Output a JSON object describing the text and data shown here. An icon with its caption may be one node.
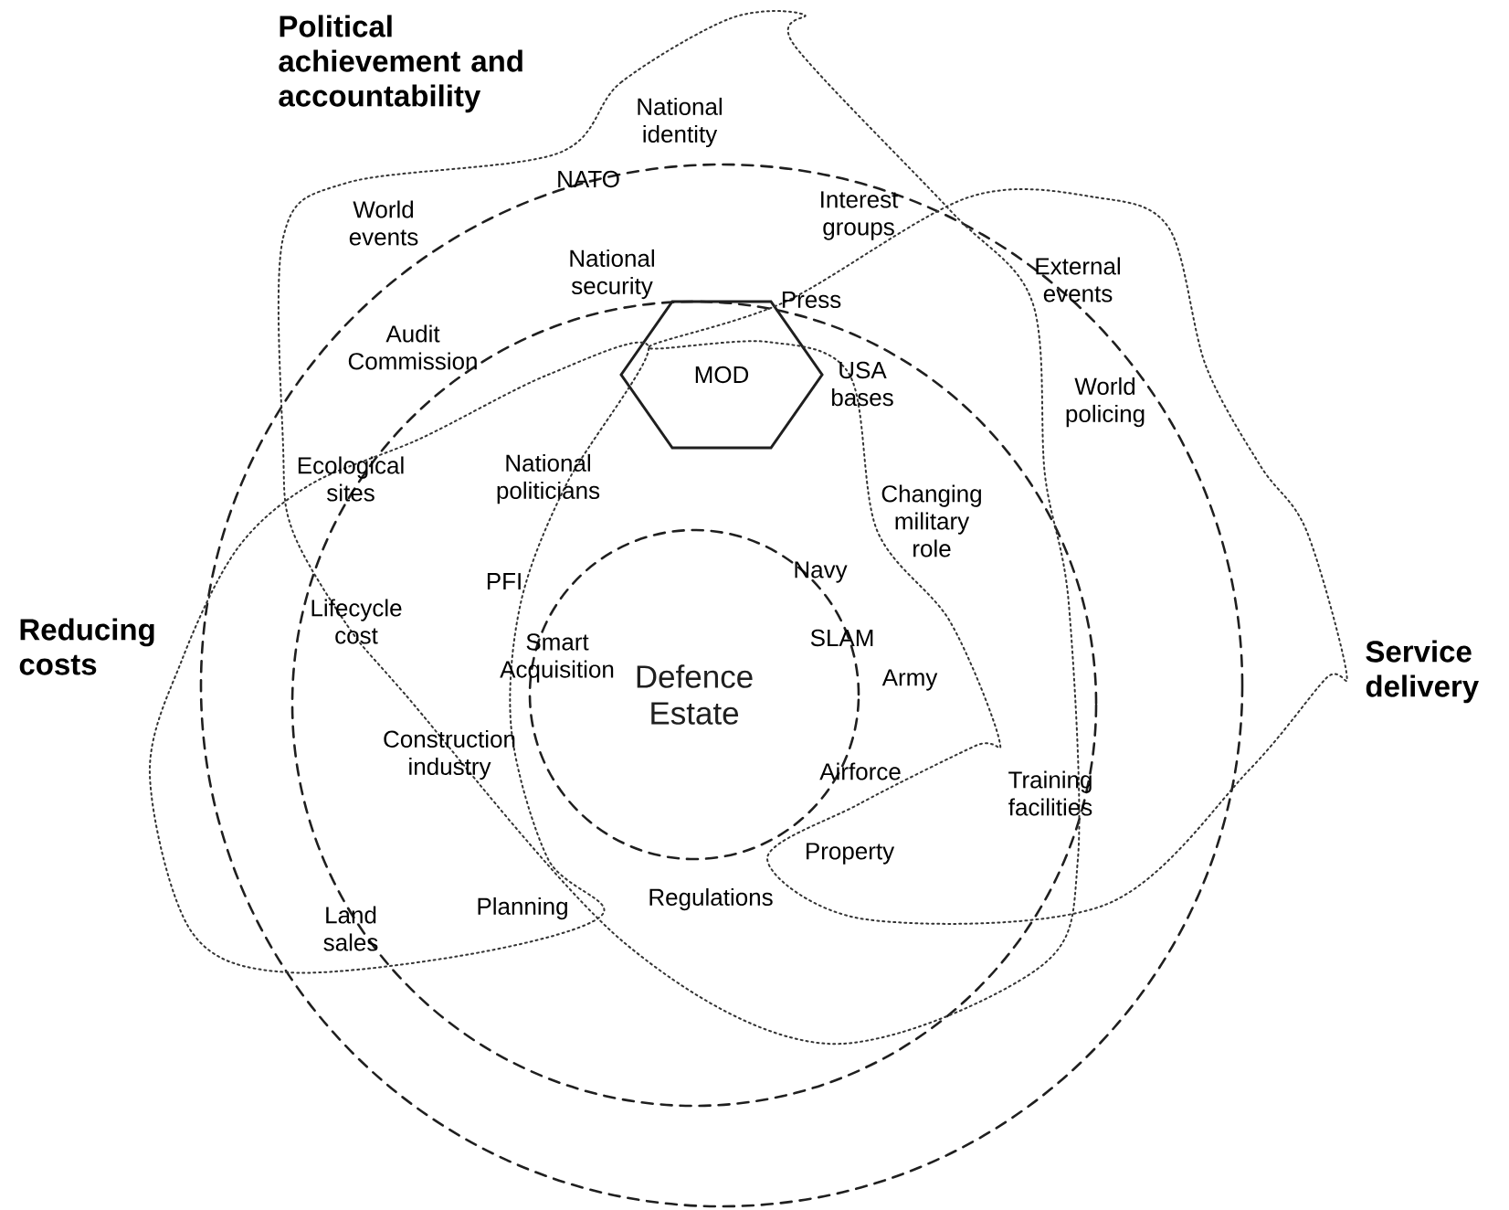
{
  "diagram": {
    "nodes": [
      {
        "text": [],
        "shape": "circle"
      },
      {
        "text": [],
        "shape": "circle",
        "in": 0
      },
      {
        "text": [
          "Defence Estate"
        ],
        "in": 1
      },
      {
        "text": [
          "MOD"
        ],
        "in": 1
      },
      {
        "text": [
          "Political achievement and accountability"
        ]
      },
      {
        "text": [
          "Reducing costs"
        ]
      },
      {
        "text": [
          "Service delivery"
        ]
      }
    ],
    "labels": [
      "National identity",
      "NATO",
      "World events",
      "Interest groups",
      "National security",
      "Press",
      "External events",
      "Audit Commission",
      "USA bases",
      "World policing",
      "Ecological sites",
      "National politicians",
      "Changing military role",
      "PFI",
      "Navy",
      "Lifecycle cost",
      "SLAM",
      "Smart Acquisition",
      "Army",
      "Construction industry",
      "Airforce",
      "Training facilities",
      "Property",
      "Land sales",
      "Planning",
      "Regulations"
    ]
  }
}
